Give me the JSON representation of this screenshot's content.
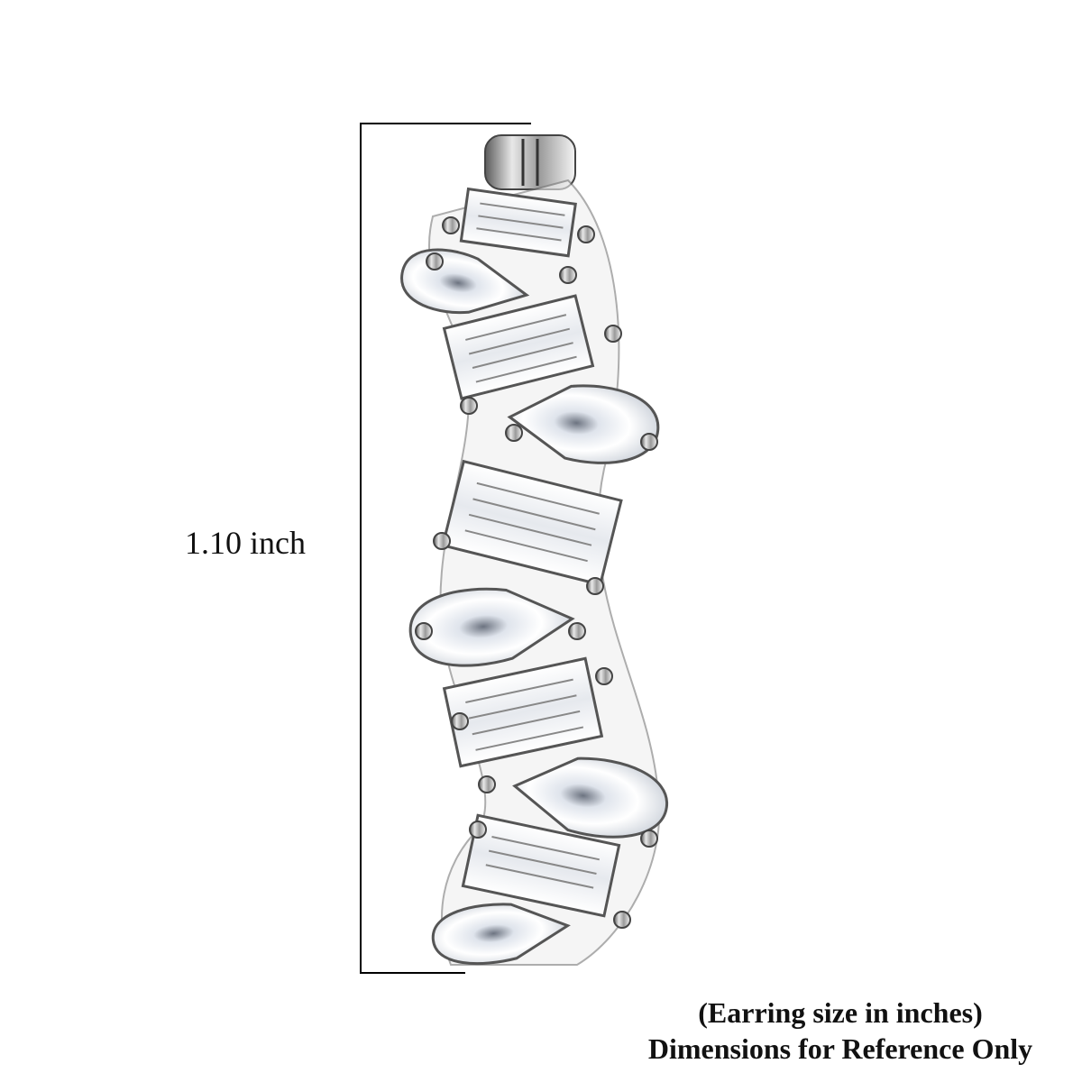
{
  "product_image": {
    "subject": "earring",
    "description": "Silver-tone hoop earring set with alternating baguette and pear-cut clear stones"
  },
  "measurement": {
    "label": "1.10 inch",
    "orientation": "vertical"
  },
  "caption": {
    "line1": "(Earring size in inches)",
    "line2": "Dimensions for Reference Only"
  },
  "colors": {
    "background": "#ffffff",
    "metal": "#c8c8c8",
    "metal_dark": "#4a4a4a",
    "stone": "#f2f4f7",
    "stone_facet": "#9aa3b0",
    "text": "#111111"
  }
}
